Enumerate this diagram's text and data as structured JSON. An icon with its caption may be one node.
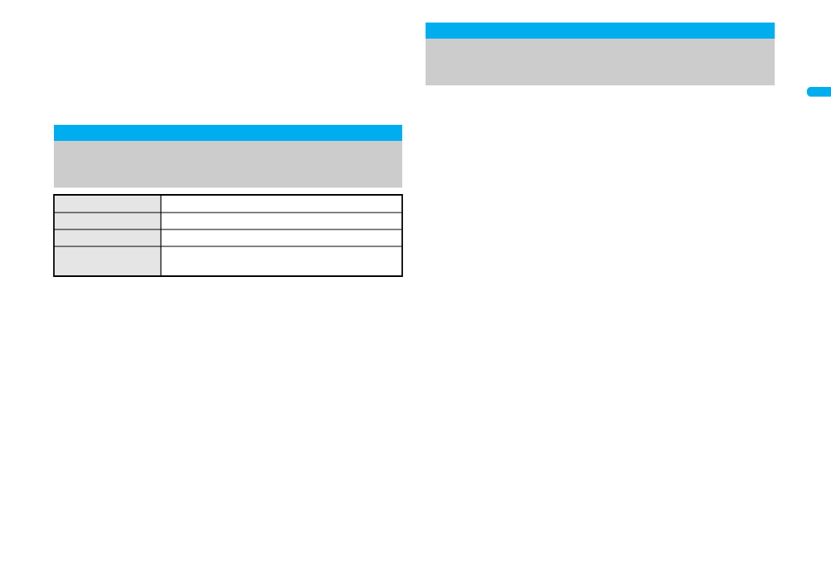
{
  "diagram": {
    "nodes": [
      {
        "text": [],
        "shape": "bar"
      },
      {
        "text": [],
        "shape": "box"
      },
      {
        "text": [],
        "shape": "bar"
      },
      {
        "text": [],
        "shape": "box"
      },
      {
        "text": [],
        "shape": "tab"
      }
    ]
  }
}
